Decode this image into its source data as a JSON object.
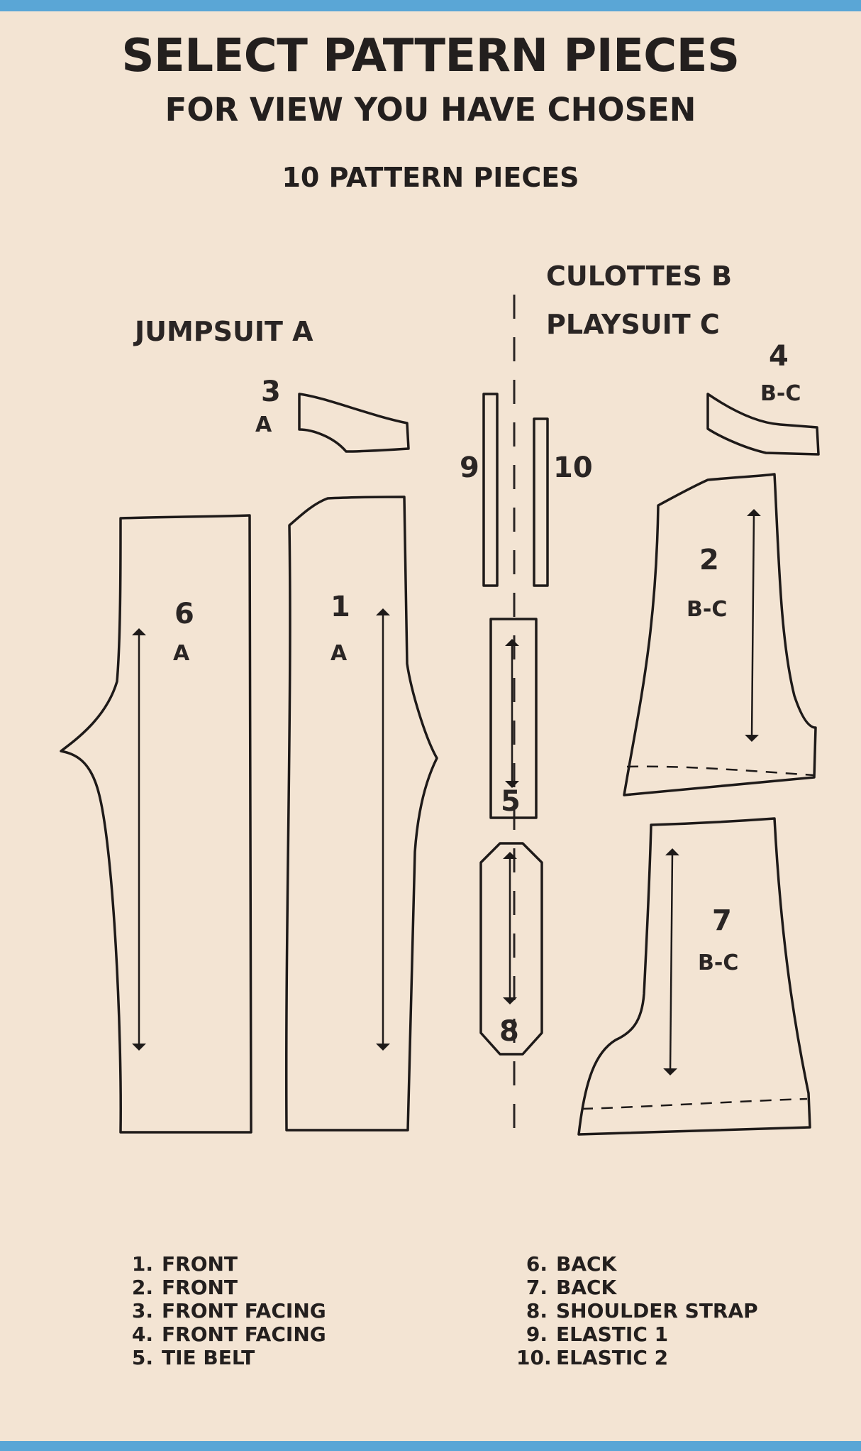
{
  "title": "SELECT PATTERN PIECES",
  "subtitle": "FOR VIEW YOU HAVE CHOSEN",
  "piece_count": "10 PATTERN PIECES",
  "views": {
    "a": "JUMPSUIT A",
    "b": "CULOTTES B",
    "c": "PLAYSUIT C"
  },
  "pieces": [
    {
      "number": "1",
      "view": "A"
    },
    {
      "number": "2",
      "view": "B-C"
    },
    {
      "number": "3",
      "view": "A"
    },
    {
      "number": "4",
      "view": "B-C"
    },
    {
      "number": "5",
      "view": ""
    },
    {
      "number": "6",
      "view": "A"
    },
    {
      "number": "7",
      "view": "B-C"
    },
    {
      "number": "8",
      "view": ""
    },
    {
      "number": "9",
      "view": ""
    },
    {
      "number": "10",
      "view": ""
    }
  ],
  "legend": [
    {
      "number": "1.",
      "name": "FRONT"
    },
    {
      "number": "2.",
      "name": "FRONT"
    },
    {
      "number": "3.",
      "name": "FRONT FACING"
    },
    {
      "number": "4.",
      "name": "FRONT FACING"
    },
    {
      "number": "5.",
      "name": "TIE BELT"
    },
    {
      "number": "6.",
      "name": "BACK"
    },
    {
      "number": "7.",
      "name": "BACK"
    },
    {
      "number": "8.",
      "name": "SHOULDER STRAP"
    },
    {
      "number": "9.",
      "name": "ELASTIC 1"
    },
    {
      "number": "10.",
      "name": "ELASTIC 2"
    }
  ],
  "colors": {
    "paper": "#f3e4d3",
    "ink": "#1e1a19",
    "stripe": "#5aa6d6"
  }
}
